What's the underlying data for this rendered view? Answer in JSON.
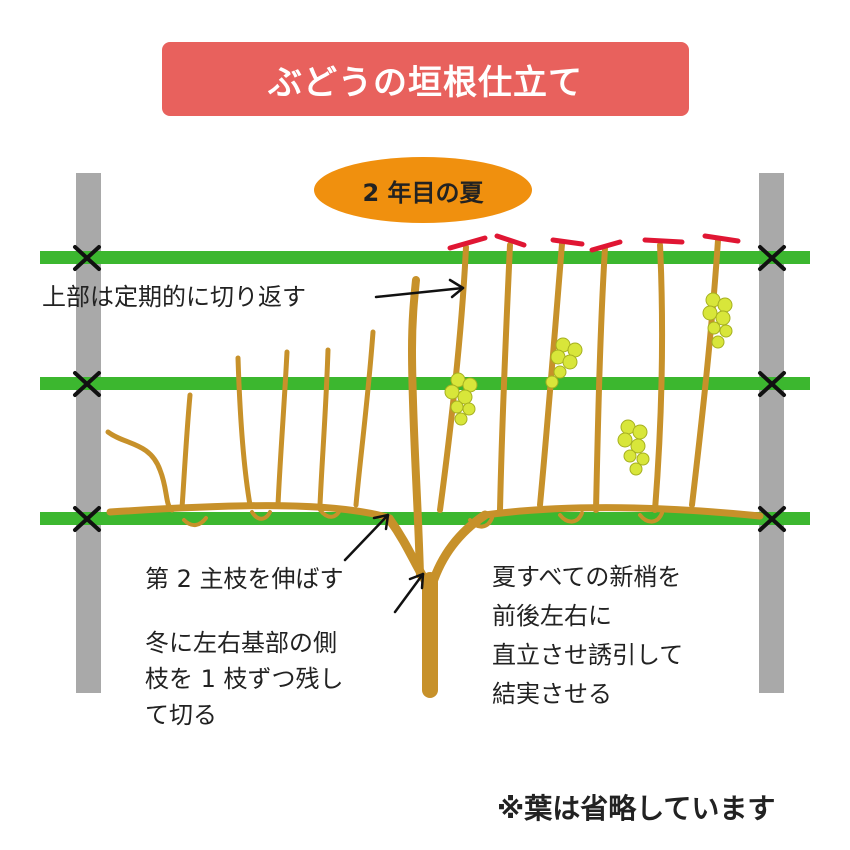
{
  "title": "ぶどうの垣根仕立て",
  "season": "2 年目の夏",
  "labels": {
    "top_cut": "上部は定期的に切り返す",
    "second_branch": "第 2 主枝を伸ばす",
    "winter_cut": [
      "冬に左右基部の側",
      "枝を 1 枝ずつ残し",
      "て切る"
    ],
    "summer": [
      "夏すべての新梢を",
      "前後左右に",
      "直立させ誘引して",
      "結実させる"
    ]
  },
  "footnote": "※葉は省略しています",
  "colors": {
    "title_bg": "#e8615d",
    "season_bg": "#f0900e",
    "wire": "#3cb72f",
    "post": "#a9a9a9",
    "branch": "#c7912a",
    "cut_mark": "#e01633",
    "grape": "#d8e63a"
  }
}
